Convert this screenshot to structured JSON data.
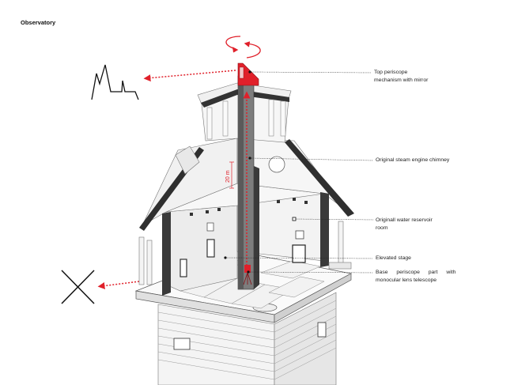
{
  "title": "Observatory",
  "colors": {
    "accent_red": "#e0202a",
    "dark_wall": "#3a3a3a",
    "light_wall": "#eeeeee",
    "line": "#111111"
  },
  "annotations": [
    {
      "id": "top-periscope",
      "lines": [
        "Top periscope",
        "mechanism with mirror"
      ]
    },
    {
      "id": "chimney",
      "lines": [
        "Original steam engine chimney"
      ]
    },
    {
      "id": "water-reservoir",
      "lines": [
        "Originall water reservoir",
        "room"
      ]
    },
    {
      "id": "elevated-stage",
      "lines": [
        "Elevated stage"
      ]
    },
    {
      "id": "base-periscope",
      "lines": [
        "Base periscope part with",
        "monocular lens telescope"
      ]
    }
  ],
  "dimension": {
    "label": "20 m"
  },
  "symbols": {
    "mountain_view": "mountain-silhouette-icon",
    "blocked_view": "x-cross-icon",
    "rotation": "rotation-arrows-icon"
  }
}
